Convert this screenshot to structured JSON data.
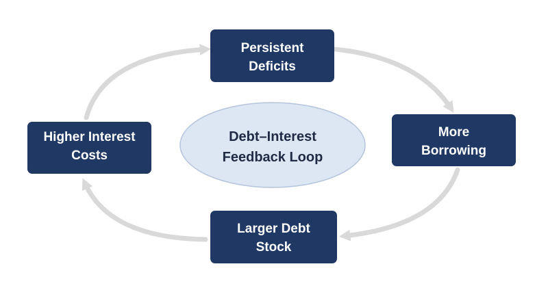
{
  "center": {
    "line1": "Debt–Interest",
    "line2": "Feedback Loop"
  },
  "nodes": {
    "top": {
      "line1": "Persistent",
      "line2": "Deficits"
    },
    "right": {
      "line1": "More",
      "line2": "Borrowing"
    },
    "bottom": {
      "line1": "Larger Debt",
      "line2": "Stock"
    },
    "left": {
      "line1": "Higher Interest",
      "line2": "Costs"
    }
  },
  "colors": {
    "box_fill": "#1f3864",
    "box_text": "#ffffff",
    "arrow": "#d9d9d9",
    "ellipse_fill": "#dde6f3",
    "ellipse_stroke": "#b4c4dc",
    "center_text": "#1f2a44"
  }
}
